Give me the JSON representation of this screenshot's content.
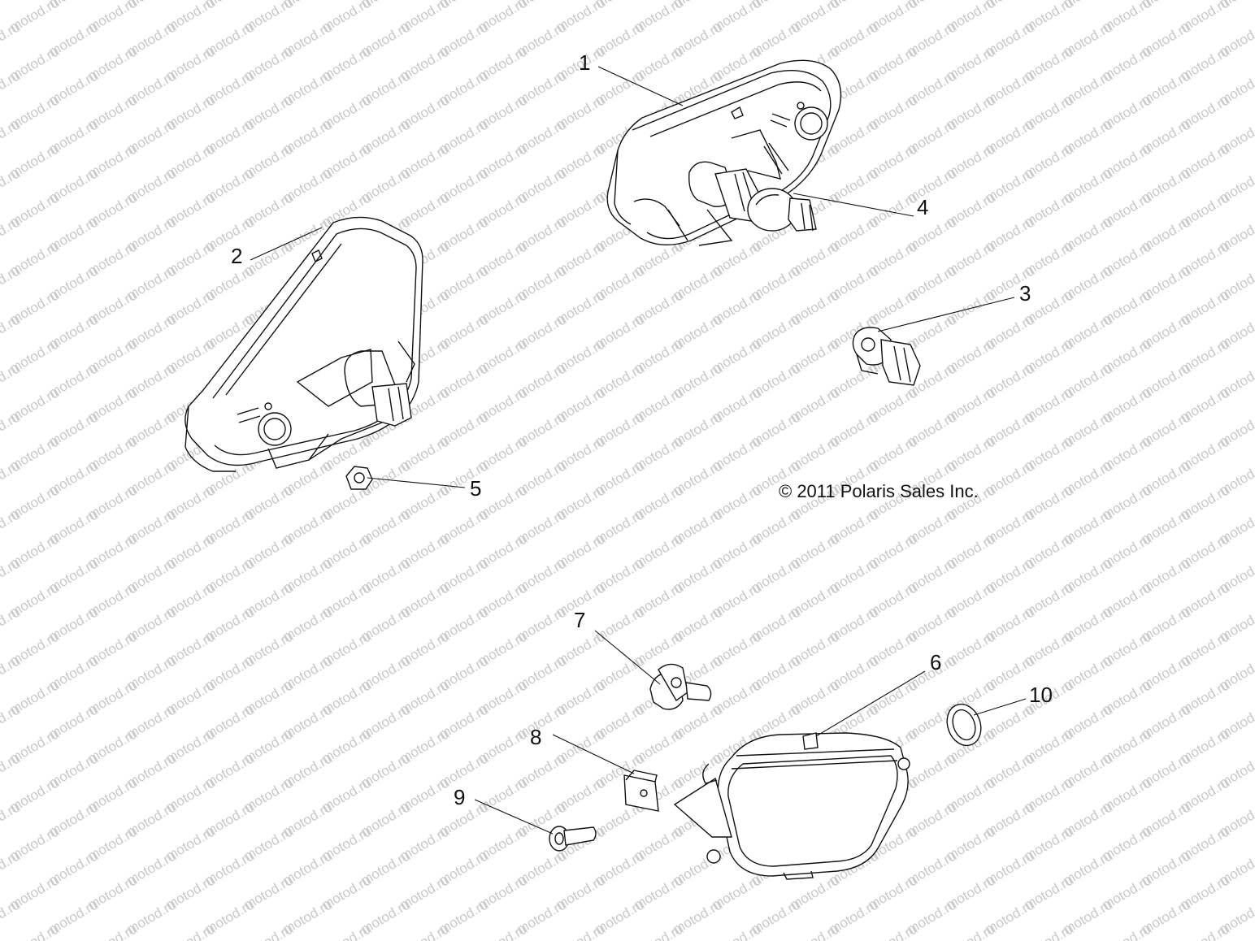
{
  "watermark": {
    "text": "motod.ru",
    "color": "#c9c9c9"
  },
  "copyright": "© 2011 Polaris Sales Inc.",
  "callouts": [
    {
      "id": "1",
      "label": "1"
    },
    {
      "id": "2",
      "label": "2"
    },
    {
      "id": "3",
      "label": "3"
    },
    {
      "id": "4",
      "label": "4"
    },
    {
      "id": "5",
      "label": "5"
    },
    {
      "id": "6",
      "label": "6"
    },
    {
      "id": "7",
      "label": "7"
    },
    {
      "id": "8",
      "label": "8"
    },
    {
      "id": "9",
      "label": "9"
    },
    {
      "id": "10",
      "label": "10"
    }
  ],
  "parts": [
    {
      "id": "1",
      "icon": "tail-light-housing-right-icon"
    },
    {
      "id": "2",
      "icon": "tail-light-housing-left-icon"
    },
    {
      "id": "3",
      "icon": "bulb-socket-icon"
    },
    {
      "id": "4",
      "icon": "wedge-bulb-icon"
    },
    {
      "id": "5",
      "icon": "nut-icon"
    },
    {
      "id": "6",
      "icon": "headlight-assembly-icon"
    },
    {
      "id": "7",
      "icon": "headlight-bulb-icon"
    },
    {
      "id": "8",
      "icon": "clip-nut-icon"
    },
    {
      "id": "9",
      "icon": "bolt-icon"
    },
    {
      "id": "10",
      "icon": "seal-ring-icon"
    }
  ]
}
